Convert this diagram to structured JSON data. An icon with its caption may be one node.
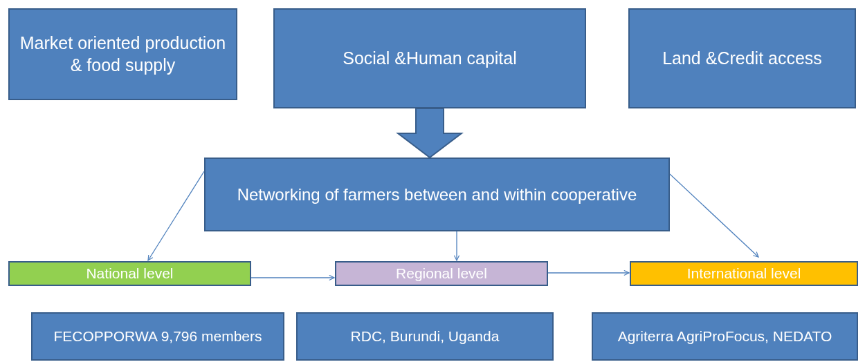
{
  "diagram": {
    "nodes": [
      {
        "text": [
          "Market oriented production & food supply"
        ]
      },
      {
        "text": [
          "Social &Human capital"
        ]
      },
      {
        "text": [
          "Land &Credit access"
        ]
      },
      {
        "text": [
          "Networking of farmers between and within cooperative"
        ]
      },
      {
        "text": [
          "National level"
        ]
      },
      {
        "text": [
          "Regional level"
        ]
      },
      {
        "text": [
          "International level"
        ]
      },
      {
        "text": [
          "FECOPPORWA 9,796 members"
        ]
      },
      {
        "text": [
          "RDC, Burundi, Uganda"
        ]
      },
      {
        "text": [
          "Agriterra AgriProFocus, NEDATO"
        ]
      }
    ],
    "edges": [
      {
        "from": 1,
        "to": 3,
        "arrow": "to",
        "style": "thick"
      },
      {
        "from": 3,
        "to": 4,
        "arrow": "to"
      },
      {
        "from": 3,
        "to": 5,
        "arrow": "to"
      },
      {
        "from": 3,
        "to": 6,
        "arrow": "to"
      },
      {
        "from": 4,
        "to": 5,
        "arrow": "to"
      },
      {
        "from": 5,
        "to": 6,
        "arrow": "to"
      }
    ]
  }
}
